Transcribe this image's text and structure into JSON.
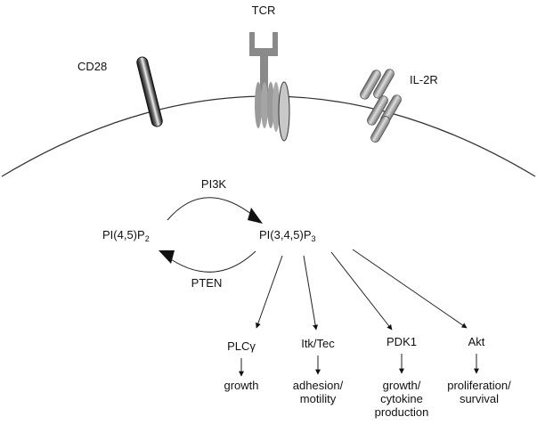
{
  "receptors": {
    "cd28": "CD28",
    "tcr": "TCR",
    "il2r": "IL-2R"
  },
  "cycle": {
    "pip2_main": "PI(4,5)P",
    "pip2_sub": "2",
    "pip3_main": "PI(3,4,5)P",
    "pip3_sub": "3",
    "pi3k": "PI3K",
    "pten": "PTEN"
  },
  "effectors": [
    {
      "name": "PLCγ",
      "outcome_lines": [
        "growth"
      ]
    },
    {
      "name": "Itk/Tec",
      "outcome_lines": [
        "adhesion/",
        "motility"
      ]
    },
    {
      "name": "PDK1",
      "outcome_lines": [
        "growth/",
        "cytokine",
        "production"
      ]
    },
    {
      "name": "Akt",
      "outcome_lines": [
        "proliferation/",
        "survival"
      ]
    }
  ]
}
